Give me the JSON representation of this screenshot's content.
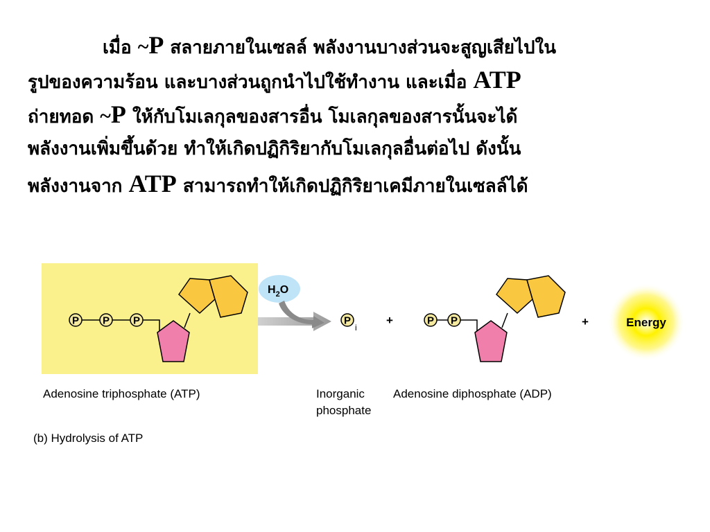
{
  "paragraph": {
    "line1": {
      "a": "เมื่อ ",
      "tilde": "~",
      "p": "P",
      "b": " สลายภายในเซลล์ พลังงานบางส่วนจะสูญเสียไปใน"
    },
    "line2": {
      "a": "รูปของความร้อน และบางส่วนถูกนำไปใช้ทำงาน และเมื่อ ",
      "atp": "ATP"
    },
    "line3": {
      "a": "ถ่ายทอด ",
      "tilde": "~",
      "p": "P",
      "b": " ให้กับโมเลกุลของสารอื่น โมเลกุลของสารนั้นจะได้"
    },
    "line4": {
      "a": "พลังงานเพิ่มขึ้นด้วย ทำให้เกิดปฏิกิริยากับโมเลกุลอื่นต่อไป ดังนั้น"
    },
    "line5": {
      "a": "พลังงานจาก ",
      "atp": "ATP",
      "b": " สามารถทำให้เกิดปฏิกิริยาเคมีภายในเซลล์ได้"
    }
  },
  "diagram": {
    "phosphate_symbol": "P",
    "pi_subscript": "i",
    "water": {
      "h": "H",
      "sub": "2",
      "o": "O"
    },
    "plus": "+",
    "energy": "Energy",
    "atp_label": "Adenosine triphosphate (ATP)",
    "pi_label_line1": "Inorganic",
    "pi_label_line2": "phosphate",
    "adp_label": "Adenosine diphosphate (ADP)",
    "caption": "(b) Hydrolysis of ATP",
    "colors": {
      "atp_box": "#FAF08C",
      "ring_fill": "#F9C740",
      "ribose_fill": "#F07FAB",
      "arrow": "#A8A8A8",
      "water_bubble": "#BFE3F7",
      "energy_glow": "#FFF200"
    }
  }
}
